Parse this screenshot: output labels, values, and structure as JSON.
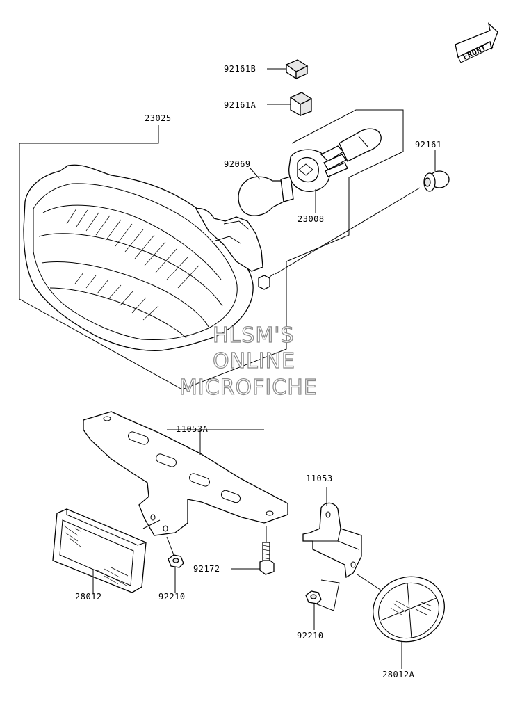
{
  "badge": {
    "text": "FRONT"
  },
  "labels": {
    "p92161B": "92161B",
    "p92161A": "92161A",
    "p23025": "23025",
    "p92069": "92069",
    "p92161": "92161",
    "p23008": "23008",
    "p11053A": "11053A",
    "p11053": "11053",
    "p92172": "92172",
    "p28012": "28012",
    "p92210a": "92210",
    "p92210b": "92210",
    "p28012A": "28012A"
  },
  "watermark": {
    "line1": "HLSM'S",
    "line2": "ONLINE",
    "line3": "MICROFICHE"
  }
}
